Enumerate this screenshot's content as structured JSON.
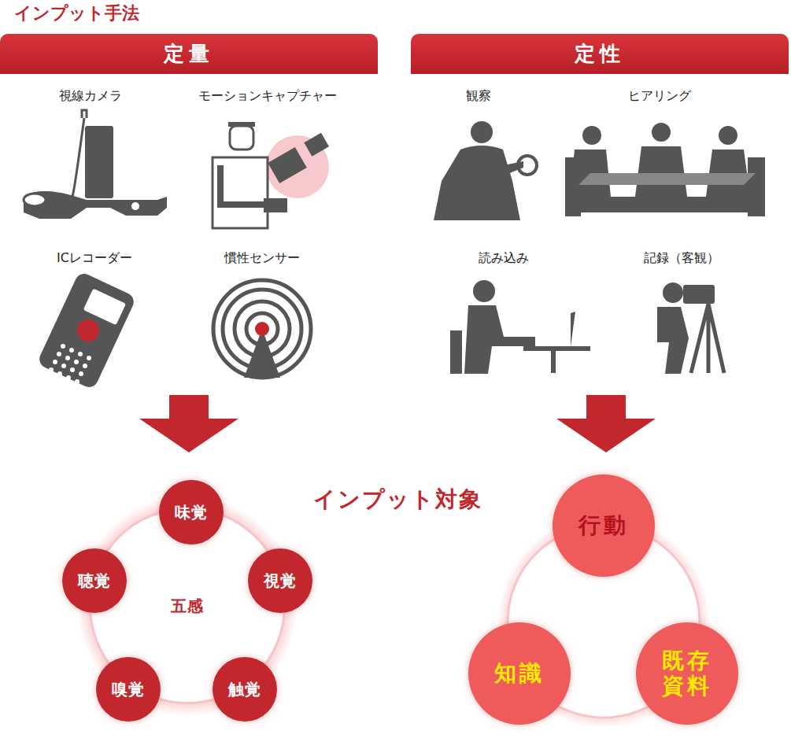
{
  "diagram": {
    "title": "インプット手法",
    "nodes": [
      {
        "text": [
          "定量"
        ]
      },
      {
        "text": [
          "定性"
        ]
      },
      {
        "text": [
          "五感"
        ]
      },
      {
        "text": [
          "味覚"
        ]
      },
      {
        "text": [
          "聴覚"
        ]
      },
      {
        "text": [
          "視覚"
        ]
      },
      {
        "text": [
          "嗅覚"
        ]
      },
      {
        "text": [
          "触覚"
        ]
      },
      {
        "text": [
          "行動"
        ]
      },
      {
        "text": [
          "知識"
        ]
      },
      {
        "text": [
          "既存資料"
        ]
      }
    ],
    "labels": [
      "視線カメラ",
      "モーションキャプチャー",
      "ICレコーダー",
      "慣性センサー",
      "観察",
      "ヒアリング",
      "読み込み",
      "記録（客観）",
      "インプット対象"
    ]
  }
}
